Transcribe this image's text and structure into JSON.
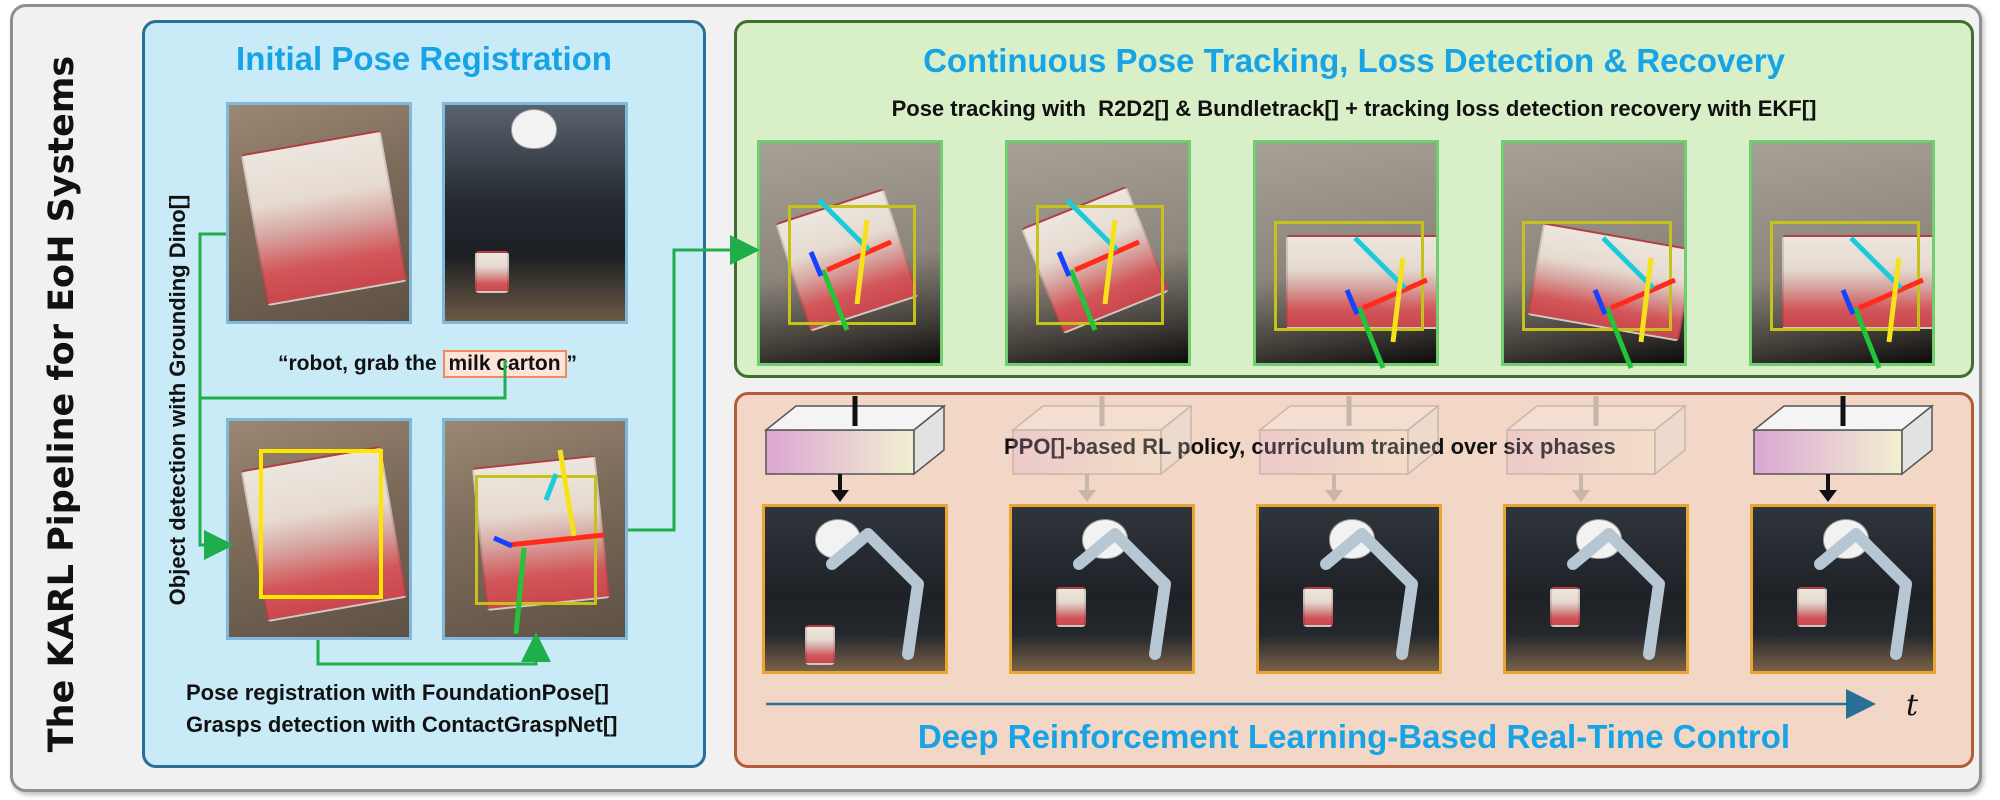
{
  "side_title": "The KARL Pipeline for EoH Systems",
  "initial": {
    "title": "Initial Pose Registration",
    "vertical_label": "Object detection with Grounding Dino[]",
    "quote_pre": "“robot, grab the ",
    "quote_hl": "milk carton",
    "quote_post": "”",
    "caption_1": "Pose registration with FoundationPose[]",
    "caption_2": "Grasps detection with ContactGraspNet[]"
  },
  "tracking": {
    "title": "Continuous Pose Tracking, Loss Detection & Recovery",
    "subtitle": "Pose tracking with  R2D2[] & Bundletrack[] + tracking loss detection recovery with EKF[]",
    "frame_count": 5
  },
  "control": {
    "title": "Deep Reinforcement Learning-Based Real-Time Control",
    "policy_label": "PPO[]-based RL policy, curriculum trained over six phases",
    "time_label": "t",
    "frame_count": 5
  },
  "colors": {
    "title_blue": "#16a4e6",
    "arrow_green": "#1fae4b",
    "axis_blue": "#2a6f95",
    "bbox_yellow": "#ffe600",
    "pose_red": "#ff2a1a",
    "pose_green": "#22c43a",
    "pose_blue": "#1840ff",
    "pose_cyan": "#1ccad8",
    "pose_yellow": "#f7e21a"
  }
}
